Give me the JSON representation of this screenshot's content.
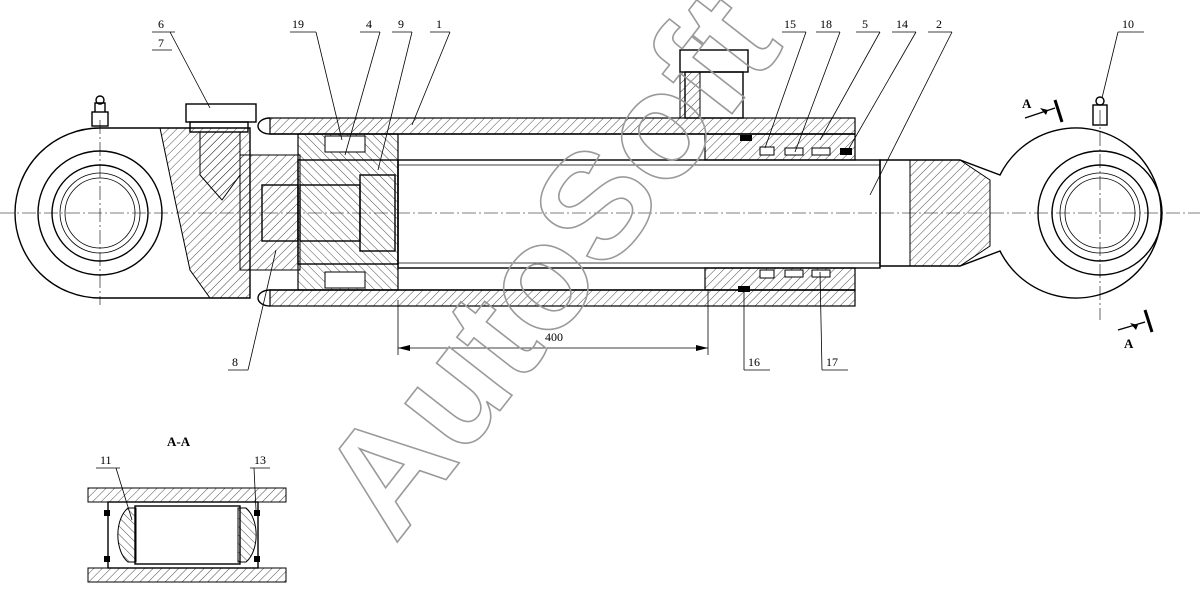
{
  "watermark": "AutoSoft",
  "section_title": "A-A",
  "section_marks": [
    "A",
    "A"
  ],
  "dimension": "400",
  "callouts": {
    "c1": "1",
    "c2": "2",
    "c4": "4",
    "c5": "5",
    "c6": "6",
    "c7": "7",
    "c8": "8",
    "c9": "9",
    "c10": "10",
    "c11": "11",
    "c13": "13",
    "c14": "14",
    "c15": "15",
    "c16": "16",
    "c17": "17",
    "c18": "18",
    "c19": "19"
  },
  "colors": {
    "line": "#000000",
    "hatch": "#000000",
    "watermark": "#9a9a9a",
    "background": "#ffffff"
  }
}
